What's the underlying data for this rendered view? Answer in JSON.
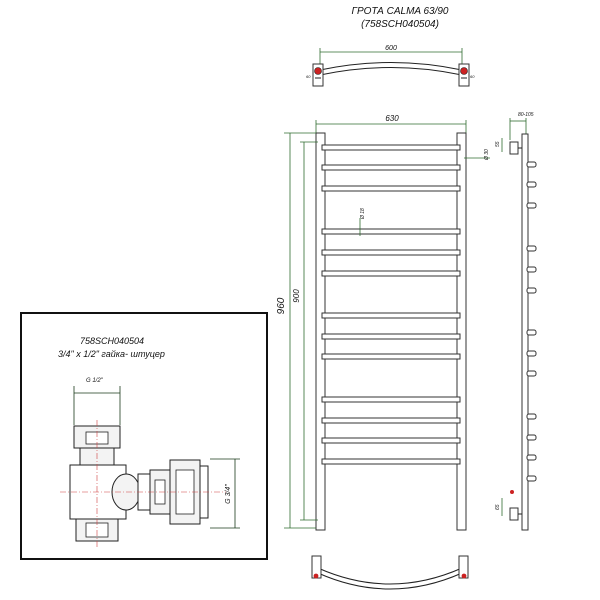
{
  "header": {
    "title_line1": "ГРОТА CALMA 63/90",
    "title_line2": "(758SCH040504)"
  },
  "top_view": {
    "width_label": "600",
    "side_label_left": "60",
    "side_label_right": "60"
  },
  "front_view": {
    "width_label": "630",
    "height_outer_label": "960",
    "height_inner_label": "900",
    "bar_diameter_label": "Ø 18",
    "rail_diameter_label": "Ø 30",
    "bar_count": 13
  },
  "side_view": {
    "depth_label": "80-105",
    "top_offset_label": "55",
    "bottom_offset_label": "65"
  },
  "detail": {
    "code": "758SCH040504",
    "description": "3/4\" x 1/2\" гайка- штуцер",
    "thread_small_label": "G 1/2\"",
    "thread_large_label": "G 3/4\""
  },
  "colors": {
    "outline": "#222222",
    "dimension": "#2f6b2f",
    "centerline": "#d04040",
    "highlight": "#cc2222"
  }
}
